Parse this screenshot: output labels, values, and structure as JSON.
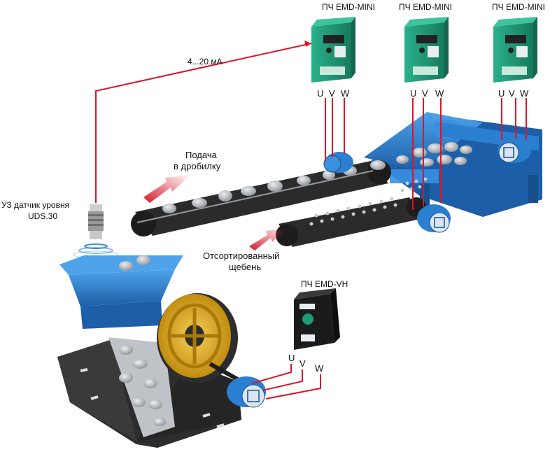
{
  "vfd_mini": [
    {
      "title": "ПЧ EMD-MINI",
      "terminals": [
        "U",
        "V",
        "W"
      ]
    },
    {
      "title": "ПЧ EMD-MINI",
      "terminals": [
        "U",
        "V",
        "W"
      ]
    },
    {
      "title": "ПЧ EMD-MINI",
      "terminals": [
        "U",
        "V",
        "W"
      ]
    }
  ],
  "vfd_vh": {
    "title": "ПЧ EMD-VH",
    "terminals": [
      "U",
      "V",
      "W"
    ]
  },
  "signal": {
    "label": "4...20 мА"
  },
  "sensor": {
    "line1": "УЗ датчик уровня",
    "line2": "UDS.30"
  },
  "feed": {
    "line1": "Подача",
    "line2": "в дробилку"
  },
  "sorted": {
    "line1": "Отсортированный",
    "line2": "щебень"
  },
  "colors": {
    "wire": "#d7182a",
    "vfd_green": "#1f9a78",
    "conveyor_blue": "#2a7fd0",
    "belt": "#222222",
    "crusher": "#2d2d2d",
    "flywheel": "#e3b02a",
    "stone": "#b9bcc1"
  }
}
